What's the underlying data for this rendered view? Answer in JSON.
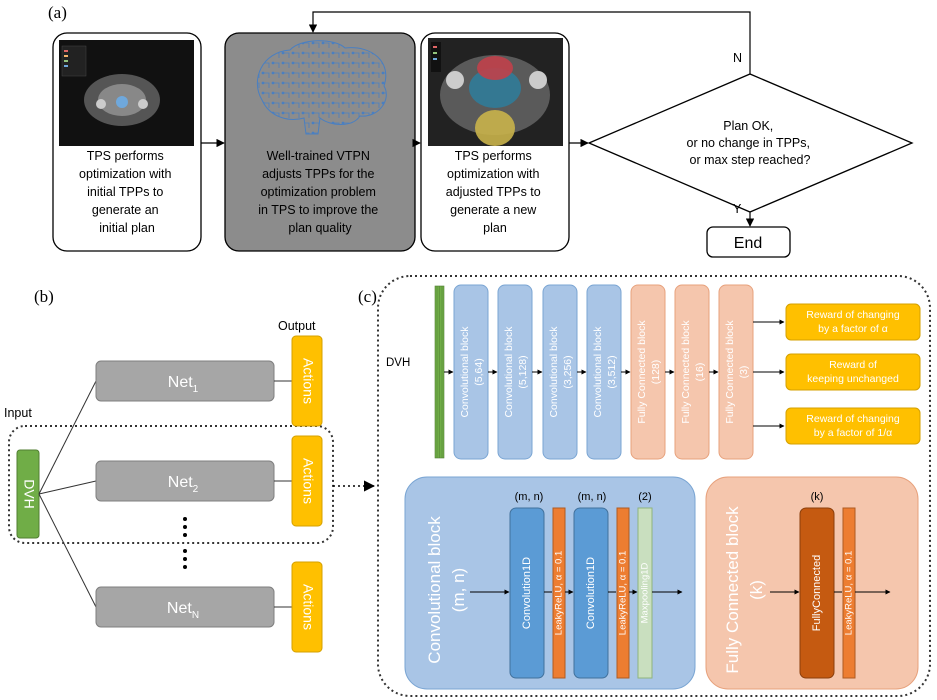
{
  "panel_a": {
    "label": "(a)",
    "step1": [
      "TPS performs",
      "optimization with",
      "initial TPPs to",
      "generate an",
      "initial plan"
    ],
    "step2": [
      "Well-trained VTPN",
      "adjusts TPPs for the",
      "optimization problem",
      "in TPS to improve the",
      "plan quality"
    ],
    "step3": [
      "TPS performs",
      "optimization with",
      "adjusted TPPs to",
      "generate a new",
      "plan"
    ],
    "decision": [
      "Plan OK,",
      "or no change in TPPs,",
      "or max step reached?"
    ],
    "no_label": "N",
    "yes_label": "Y",
    "end_label": "End"
  },
  "panel_b": {
    "label": "(b)",
    "input_label": "Input",
    "output_label": "Output",
    "dvh_label": "DVH",
    "nets": [
      {
        "name": "Net",
        "sub": "1"
      },
      {
        "name": "Net",
        "sub": "2"
      },
      {
        "name": "Net",
        "sub": "N"
      }
    ],
    "actions_label": "Actions"
  },
  "panel_c": {
    "label": "(c)",
    "dvh_label": "DVH",
    "blocks": [
      {
        "name": "Convolutional block",
        "params": "(5,64)"
      },
      {
        "name": "Convolutional block",
        "params": "(5,128)"
      },
      {
        "name": "Convolutional block",
        "params": "(3,256)"
      },
      {
        "name": "Convolutional block",
        "params": "(3,512)"
      },
      {
        "name": "Fully Connected block",
        "params": "(128)"
      },
      {
        "name": "Fully Connected block",
        "params": "(16)"
      },
      {
        "name": "Fully Connected block",
        "params": "(3)"
      }
    ],
    "rewards": [
      [
        "Reward of changing",
        "by  a factor of α"
      ],
      [
        "Reward of",
        "keeping unchanged"
      ],
      [
        "Reward of changing",
        "by  a factor of 1/α"
      ]
    ],
    "conv_detail": {
      "title": "Convolutional block",
      "params": "(m, n)",
      "layer1_label": "(m, n)",
      "layer1": "Convolution1D",
      "relu1": "LeakyReLU, α = 0.1",
      "layer2_label": "(m, n)",
      "layer2": "Convolution1D",
      "relu2": "LeakyReLU, α = 0.1",
      "pool_label": "(2)",
      "pool": "Maxpooling1D"
    },
    "fc_detail": {
      "title": "Fully Connected block",
      "params": "(k)",
      "layer_label": "(k)",
      "layer": "FullyConnected",
      "relu": "LeakyReLU, α = 0.1"
    }
  },
  "colors": {
    "blue_block": "#a9c5e6",
    "salmon_block": "#f5c6ad",
    "reward": "#ffc000",
    "dvh_green": "#70ad47",
    "net_gray": "#a6a6a6",
    "conv_dark": "#5b9bd5",
    "relu_orange": "#ed7d31",
    "pool_green": "#c9dfbf",
    "fc_dark": "#c55a11"
  }
}
